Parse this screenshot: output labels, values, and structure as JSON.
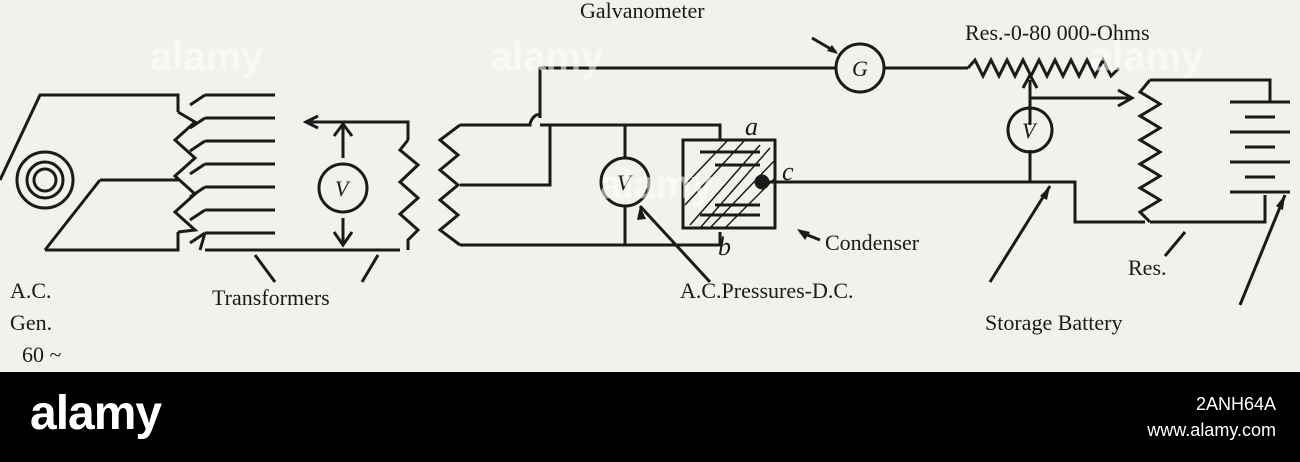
{
  "diagram": {
    "labels": {
      "galvanometer": "Galvanometer",
      "resistance_range": "Res.-0-80 000-Ohms",
      "ac": "A.C.",
      "gen": "Gen.",
      "freq": "60 ~",
      "transformers": "Transformers",
      "condenser": "Condenser",
      "pressures": "A.C.Pressures-D.C.",
      "res": "Res.",
      "storage_battery": "Storage Battery",
      "terminal_a": "a",
      "terminal_b": "b",
      "terminal_c": "c",
      "meter_g": "G",
      "meter_v1": "V",
      "meter_v2": "V",
      "meter_v3": "V"
    },
    "watermark": "alamy"
  },
  "footer": {
    "logo": "alamy",
    "image_id": "2ANH64A",
    "url": "www.alamy.com"
  }
}
